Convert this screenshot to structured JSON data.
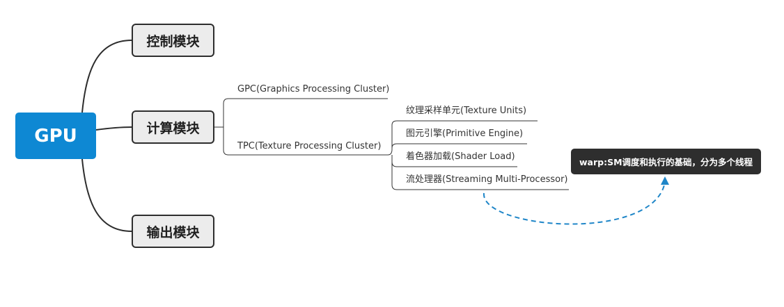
{
  "root": {
    "label": "GPU",
    "color": "#0e88d3"
  },
  "branches": [
    {
      "label": "控制模块"
    },
    {
      "label": "计算模块"
    },
    {
      "label": "输出模块"
    }
  ],
  "compute": {
    "gpc": "GPC(Graphics Processing Cluster)",
    "tpc": "TPC(Texture Processing Cluster)",
    "tpc_children": [
      "纹理采样单元(Texture Units)",
      "图元引擎(Primitive Engine)",
      "着色器加载(Shader Load)",
      "流处理器(Streaming Multi-Processor)"
    ]
  },
  "callout": {
    "text": "warp:SM调度和执行的基础，分为多个线程",
    "link_color": "#1f86c8"
  }
}
